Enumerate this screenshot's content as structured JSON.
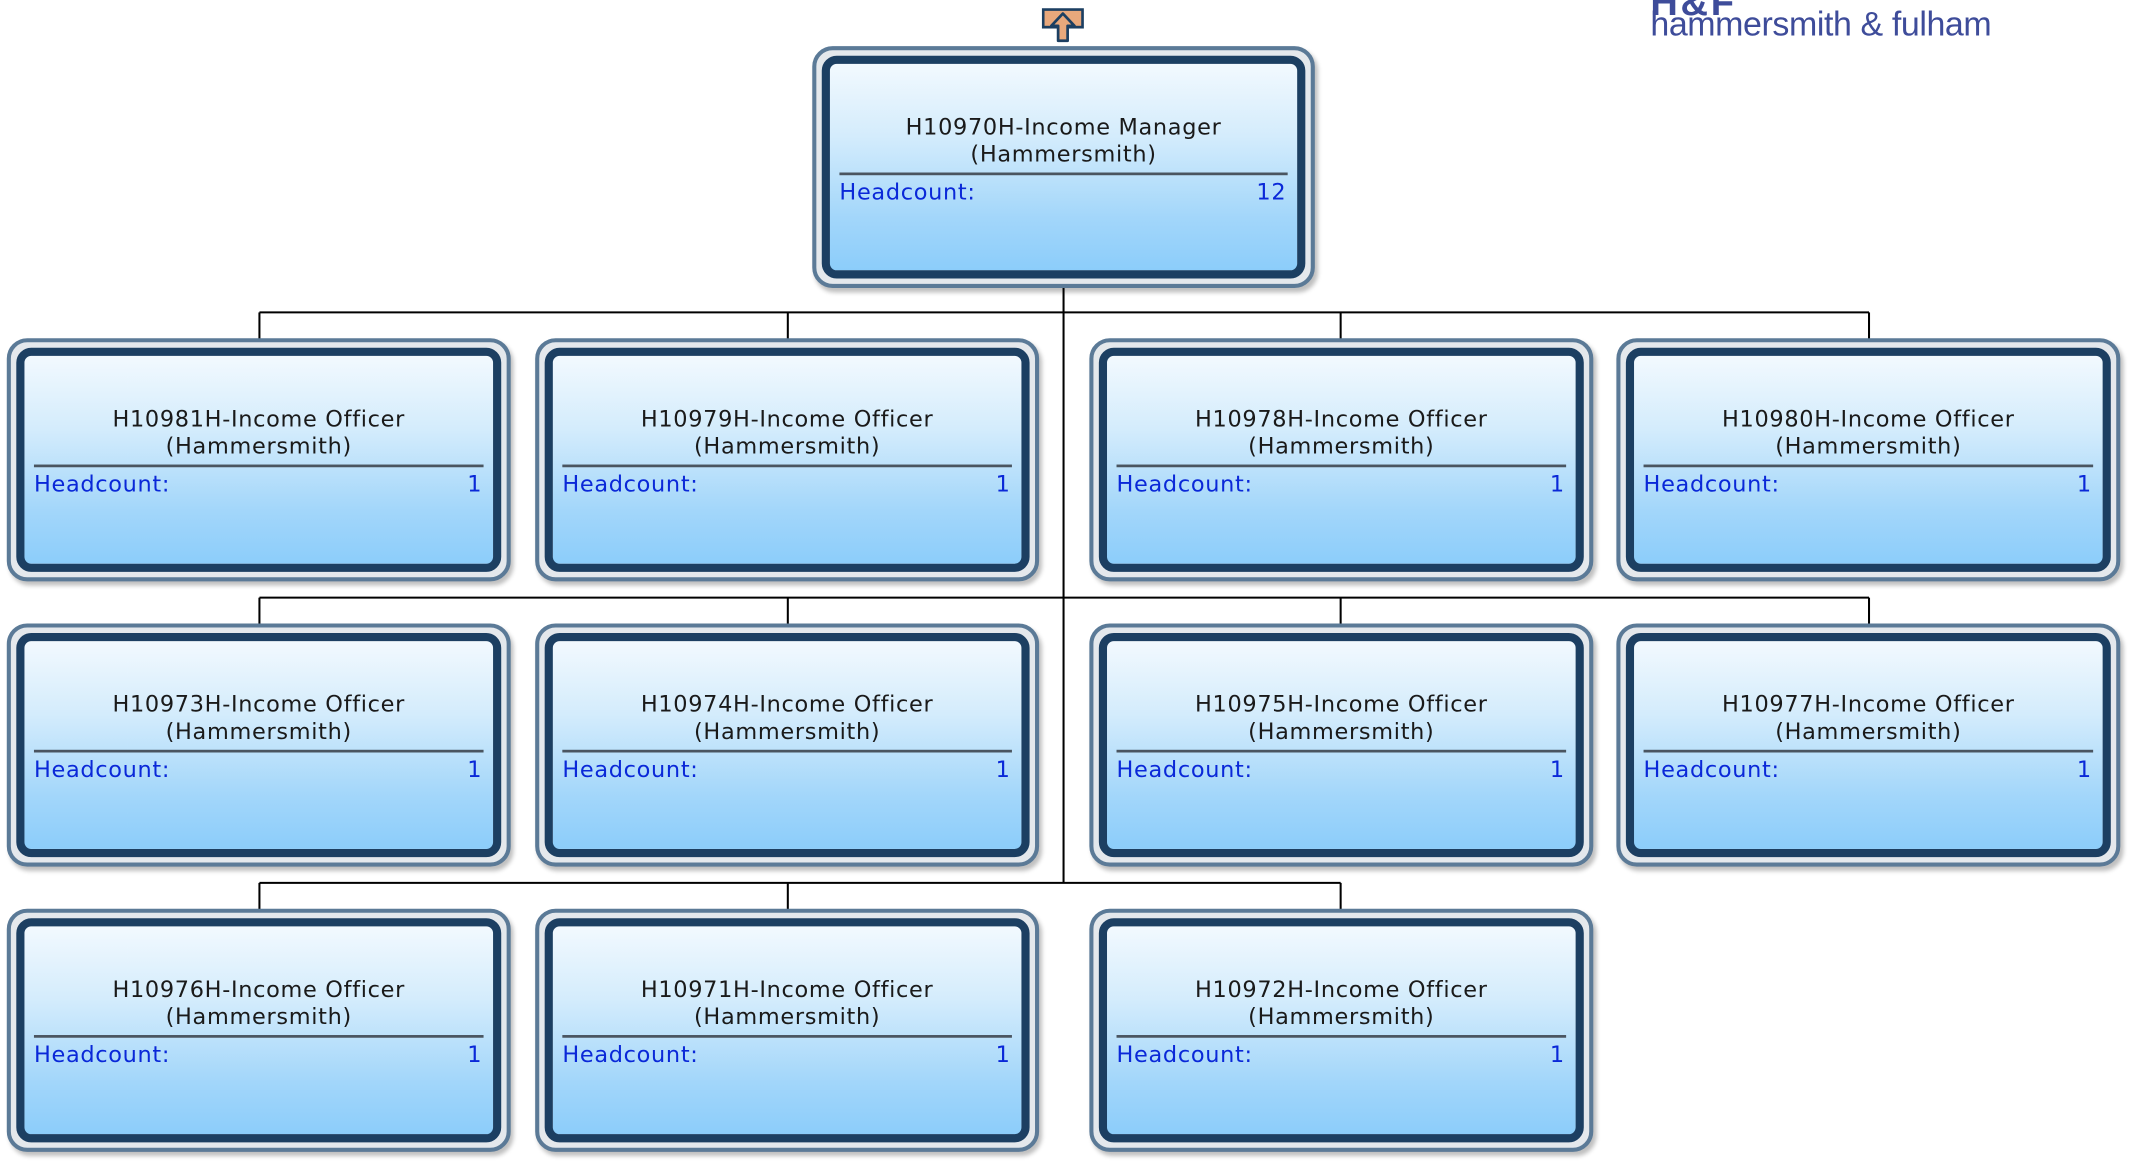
{
  "logo": {
    "mark": "H&F",
    "text": "hammersmith & fulham"
  },
  "controls": {
    "up_icon": "arrow-up-icon"
  },
  "root": {
    "title": "H10970H-Income Manager",
    "location": "(Hammersmith)",
    "headcount_label": "Headcount:",
    "headcount": "12"
  },
  "rows": [
    [
      {
        "title": "H10981H-Income Officer",
        "location": "(Hammersmith)",
        "headcount_label": "Headcount:",
        "headcount": "1"
      },
      {
        "title": "H10979H-Income Officer",
        "location": "(Hammersmith)",
        "headcount_label": "Headcount:",
        "headcount": "1"
      },
      {
        "title": "H10978H-Income Officer",
        "location": "(Hammersmith)",
        "headcount_label": "Headcount:",
        "headcount": "1"
      },
      {
        "title": "H10980H-Income Officer",
        "location": "(Hammersmith)",
        "headcount_label": "Headcount:",
        "headcount": "1"
      }
    ],
    [
      {
        "title": "H10973H-Income Officer",
        "location": "(Hammersmith)",
        "headcount_label": "Headcount:",
        "headcount": "1"
      },
      {
        "title": "H10974H-Income Officer",
        "location": "(Hammersmith)",
        "headcount_label": "Headcount:",
        "headcount": "1"
      },
      {
        "title": "H10975H-Income Officer",
        "location": "(Hammersmith)",
        "headcount_label": "Headcount:",
        "headcount": "1"
      },
      {
        "title": "H10977H-Income Officer",
        "location": "(Hammersmith)",
        "headcount_label": "Headcount:",
        "headcount": "1"
      }
    ],
    [
      {
        "title": "H10976H-Income Officer",
        "location": "(Hammersmith)",
        "headcount_label": "Headcount:",
        "headcount": "1"
      },
      {
        "title": "H10971H-Income Officer",
        "location": "(Hammersmith)",
        "headcount_label": "Headcount:",
        "headcount": "1"
      },
      {
        "title": "H10972H-Income Officer",
        "location": "(Hammersmith)",
        "headcount_label": "Headcount:",
        "headcount": "1"
      }
    ]
  ],
  "colors": {
    "box_border": "#1c3f62",
    "box_fill_top": "#f2f9fe",
    "box_fill_bottom": "#8ccdfa",
    "headcount_text": "#0a28d8",
    "connector": "#000000",
    "up_button_fill": "#e8a87c",
    "logo": "#3e4c9a"
  }
}
